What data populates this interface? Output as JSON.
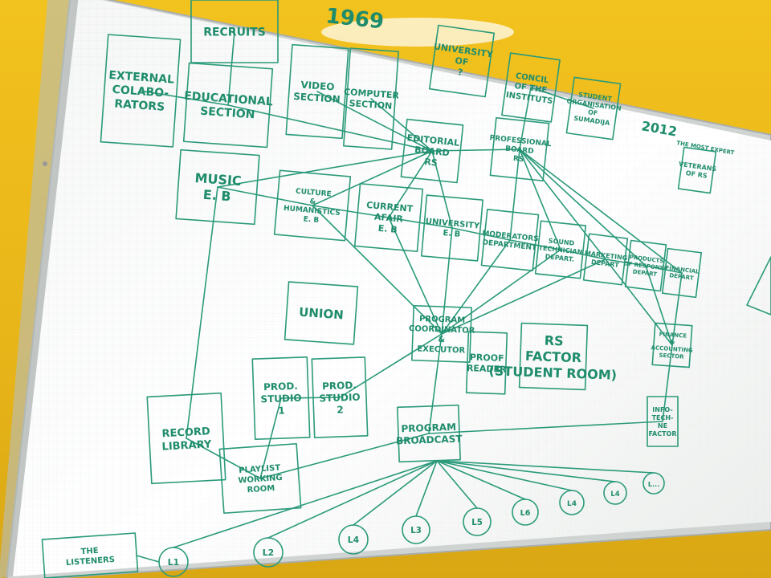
{
  "board": {
    "year_left": "1969",
    "year_right": "2012"
  },
  "nodes": [
    {
      "id": "recruits",
      "lines": [
        "RECRUITS"
      ]
    },
    {
      "id": "external",
      "lines": [
        "EXTERNAL",
        "COLABO-",
        "RATORS"
      ]
    },
    {
      "id": "educational",
      "lines": [
        "EDUCATIONAL",
        "SECTION"
      ]
    },
    {
      "id": "video",
      "lines": [
        "VIDEO",
        "SECTION"
      ]
    },
    {
      "id": "computer",
      "lines": [
        "COMPUTER",
        "SECTION"
      ]
    },
    {
      "id": "university_q",
      "lines": [
        "UNIVERSITY",
        "OF",
        "?"
      ]
    },
    {
      "id": "concil",
      "lines": [
        "CONCIL",
        "OF THE",
        "INSTITUTS"
      ]
    },
    {
      "id": "student_org",
      "lines": [
        "STUDENT",
        "ORGANISATION",
        "OF",
        "SUMADIJA"
      ]
    },
    {
      "id": "editorial",
      "lines": [
        "EDITORIAL",
        "BOARD",
        "RS"
      ]
    },
    {
      "id": "professional",
      "lines": [
        "PROFESSIONAL",
        "BOARD",
        "RS"
      ]
    },
    {
      "id": "veterans",
      "lines": [
        "VETERANS",
        "OF RS"
      ]
    },
    {
      "id": "veterans_hdr",
      "lines": [
        "THE MOST EXPERT"
      ]
    },
    {
      "id": "music",
      "lines": [
        "MUSIC",
        "E. B"
      ]
    },
    {
      "id": "culture",
      "lines": [
        "CULTURE",
        "&",
        "HUMANISTICS",
        "E. B"
      ]
    },
    {
      "id": "current",
      "lines": [
        "CURRENT",
        "AFAIR",
        "E. B"
      ]
    },
    {
      "id": "university_eb",
      "lines": [
        "UNIVERSITY",
        "E. B"
      ]
    },
    {
      "id": "moderators",
      "lines": [
        "MODERATORS",
        "DEPARTMENT"
      ]
    },
    {
      "id": "sound",
      "lines": [
        "SOUND",
        "TECHNICIAN",
        "DEPART."
      ]
    },
    {
      "id": "marketing",
      "lines": [
        "MARKETING",
        "DEPART"
      ]
    },
    {
      "id": "products",
      "lines": [
        "PRODUCTS",
        "OF RESPONSE",
        "DEPART"
      ]
    },
    {
      "id": "financial",
      "lines": [
        "FINANCIAL",
        "DEPART"
      ]
    },
    {
      "id": "union",
      "lines": [
        "UNION"
      ]
    },
    {
      "id": "program_coord",
      "lines": [
        "PROGRAM",
        "COORDINATOR",
        "&",
        "EXECUTOR"
      ]
    },
    {
      "id": "proof",
      "lines": [
        "PROOF",
        "READER"
      ]
    },
    {
      "id": "rs_factor",
      "lines": [
        "RS",
        "FACTOR",
        "(STUDENT ROOM)"
      ]
    },
    {
      "id": "finance_sector",
      "lines": [
        "FINANCE",
        "&",
        "ACCOUNTING",
        "SECTOR"
      ]
    },
    {
      "id": "prod1",
      "lines": [
        "PROD.",
        "STUDIO",
        "1"
      ]
    },
    {
      "id": "prod2",
      "lines": [
        "PROD.",
        "STUDIO",
        "2"
      ]
    },
    {
      "id": "record",
      "lines": [
        "RECORD",
        "LIBRARY"
      ]
    },
    {
      "id": "playlist",
      "lines": [
        "PLAYLIST",
        "WORKING",
        "ROOM"
      ]
    },
    {
      "id": "broadcast",
      "lines": [
        "PROGRAM",
        "BROADCAST"
      ]
    },
    {
      "id": "infotech",
      "lines": [
        "INFO-",
        "TECH-",
        "NE",
        "FACTOR"
      ]
    },
    {
      "id": "listeners",
      "lines": [
        "THE",
        "LISTENERS"
      ]
    }
  ],
  "listener_circles": [
    "L1",
    "L2",
    "L4",
    "L3",
    "L5",
    "L6",
    "L4",
    "L4",
    "L..."
  ]
}
